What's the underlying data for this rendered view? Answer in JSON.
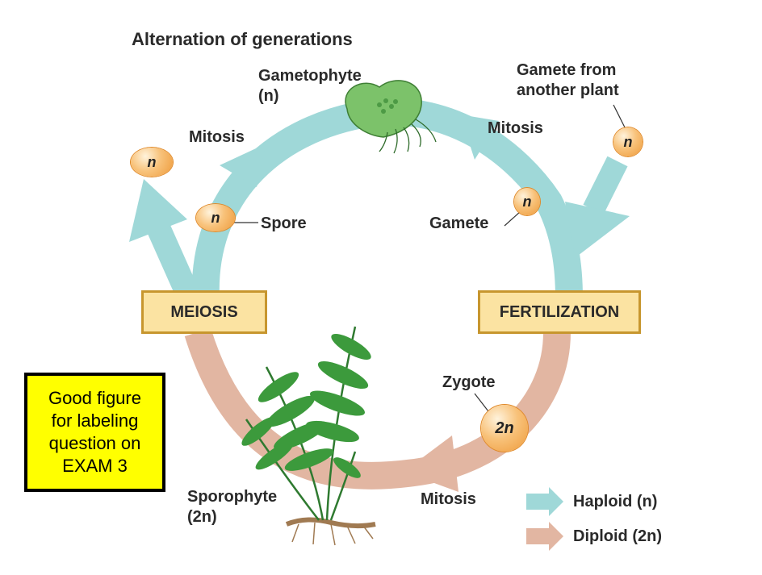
{
  "title": "Alternation of generations",
  "labels": {
    "gametophyte": "Gametophyte",
    "gametophyte_ploidy": "(n)",
    "mitosis_left": "Mitosis",
    "mitosis_right": "Mitosis",
    "mitosis_bottom": "Mitosis",
    "spore": "Spore",
    "gamete": "Gamete",
    "gamete_other_line1": "Gamete from",
    "gamete_other_line2": "another plant",
    "zygote": "Zygote",
    "sporophyte": "Sporophyte",
    "sporophyte_ploidy": "(2n)"
  },
  "boxes": {
    "meiosis": "MEIOSIS",
    "fertilization": "FERTILIZATION"
  },
  "cells": {
    "haploid": "n",
    "diploid": "2n"
  },
  "legend": {
    "haploid": "Haploid (n)",
    "diploid": "Diploid (2n)"
  },
  "note": {
    "line1": "Good figure",
    "line2": "for labeling",
    "line3": "question on",
    "line4": "EXAM 3"
  },
  "colors": {
    "haploid_arrow": "#9fd8d8",
    "diploid_arrow": "#e2b6a2",
    "box_fill": "#fbe3a2",
    "box_border": "#c7962e",
    "cell": "#f4b35e",
    "note_fill": "#ffff00"
  }
}
